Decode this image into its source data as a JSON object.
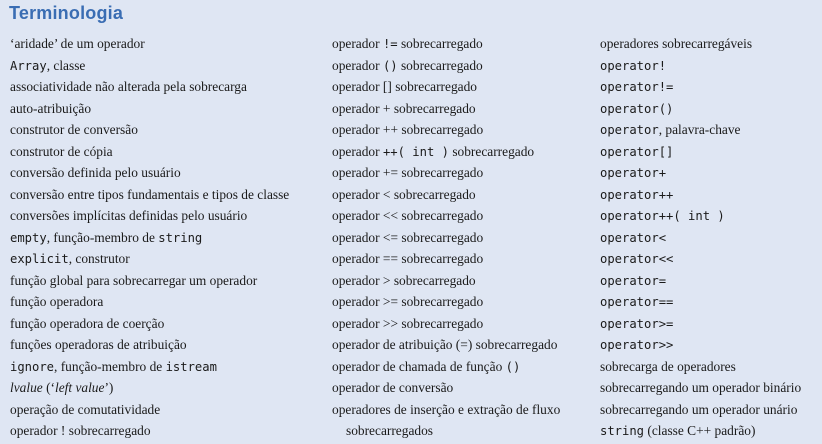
{
  "title": "Terminologia",
  "col1": [
    [
      {
        "t": "‘aridade’ de um operador"
      }
    ],
    [
      {
        "t": "Array",
        "m": 1
      },
      {
        "t": ", classe"
      }
    ],
    [
      {
        "t": "associatividade não alterada pela sobrecarga"
      }
    ],
    [
      {
        "t": "auto-atribuição"
      }
    ],
    [
      {
        "t": "construtor de conversão"
      }
    ],
    [
      {
        "t": "construtor de cópia"
      }
    ],
    [
      {
        "t": "conversão definida pelo usuário"
      }
    ],
    [
      {
        "t": "conversão entre tipos fundamentais e tipos de classe"
      }
    ],
    [
      {
        "t": "conversões implícitas definidas pelo usuário"
      }
    ],
    [
      {
        "t": "empty",
        "m": 1
      },
      {
        "t": ", função-membro de "
      },
      {
        "t": "string",
        "m": 1
      }
    ],
    [
      {
        "t": "explicit",
        "m": 1
      },
      {
        "t": ", construtor"
      }
    ],
    [
      {
        "t": "função global para sobrecarregar um operador"
      }
    ],
    [
      {
        "t": "função operadora"
      }
    ],
    [
      {
        "t": "função operadora de coerção"
      }
    ],
    [
      {
        "t": "funções operadoras de atribuição"
      }
    ],
    [
      {
        "t": "ignore",
        "m": 1
      },
      {
        "t": ", função-membro de "
      },
      {
        "t": "istream",
        "m": 1
      }
    ],
    [
      {
        "t": "lvalue",
        "i": 1
      },
      {
        "t": " (‘"
      },
      {
        "t": "left value",
        "i": 1
      },
      {
        "t": "’)"
      }
    ],
    [
      {
        "t": "operação de comutatividade"
      }
    ],
    [
      {
        "t": "operador ! sobrecarregado"
      }
    ]
  ],
  "col2": [
    [
      {
        "t": "operador "
      },
      {
        "t": "!=",
        "m": 1
      },
      {
        "t": " sobrecarregado"
      }
    ],
    [
      {
        "t": "operador "
      },
      {
        "t": "()",
        "m": 1
      },
      {
        "t": " sobrecarregado"
      }
    ],
    [
      {
        "t": "operador [] sobrecarregado"
      }
    ],
    [
      {
        "t": "operador + sobrecarregado"
      }
    ],
    [
      {
        "t": "operador ++ sobrecarregado"
      }
    ],
    [
      {
        "t": "operador "
      },
      {
        "t": "++( int )",
        "m": 1
      },
      {
        "t": " sobrecarregado"
      }
    ],
    [
      {
        "t": "operador += sobrecarregado"
      }
    ],
    [
      {
        "t": "operador < sobrecarregado"
      }
    ],
    [
      {
        "t": "operador << sobrecarregado"
      }
    ],
    [
      {
        "t": "operador <= sobrecarregado"
      }
    ],
    [
      {
        "t": "operador == sobrecarregado"
      }
    ],
    [
      {
        "t": "operador > sobrecarregado"
      }
    ],
    [
      {
        "t": "operador >= sobrecarregado"
      }
    ],
    [
      {
        "t": "operador >> sobrecarregado"
      }
    ],
    [
      {
        "t": "operador de atribuição (=) sobrecarregado"
      }
    ],
    [
      {
        "t": "operador de chamada de função "
      },
      {
        "t": "()",
        "m": 1
      }
    ],
    [
      {
        "t": "operador de conversão"
      }
    ],
    [
      {
        "t": "operadores de inserção e extração de fluxo"
      }
    ],
    [
      {
        "t": "sobrecarregados",
        "c": 1
      }
    ]
  ],
  "col3": [
    [
      {
        "t": "operadores sobrecarregáveis"
      }
    ],
    [
      {
        "t": "operator!",
        "m": 1
      }
    ],
    [
      {
        "t": "operator!=",
        "m": 1
      }
    ],
    [
      {
        "t": "operator()",
        "m": 1
      }
    ],
    [
      {
        "t": "operator",
        "m": 1
      },
      {
        "t": ", palavra-chave"
      }
    ],
    [
      {
        "t": "operator[]",
        "m": 1
      }
    ],
    [
      {
        "t": "operator+",
        "m": 1
      }
    ],
    [
      {
        "t": "operator++",
        "m": 1
      }
    ],
    [
      {
        "t": "operator++( int )",
        "m": 1
      }
    ],
    [
      {
        "t": "operator<",
        "m": 1
      }
    ],
    [
      {
        "t": "operator<<",
        "m": 1
      }
    ],
    [
      {
        "t": "operator=",
        "m": 1
      }
    ],
    [
      {
        "t": "operator==",
        "m": 1
      }
    ],
    [
      {
        "t": "operator>=",
        "m": 1
      }
    ],
    [
      {
        "t": "operator>>",
        "m": 1
      }
    ],
    [
      {
        "t": "sobrecarga de operadores"
      }
    ],
    [
      {
        "t": "sobrecarregando um operador binário"
      }
    ],
    [
      {
        "t": "sobrecarregando um operador unário"
      }
    ],
    [
      {
        "t": "string",
        "m": 1
      },
      {
        "t": " (classe C++ padrão)"
      }
    ]
  ]
}
